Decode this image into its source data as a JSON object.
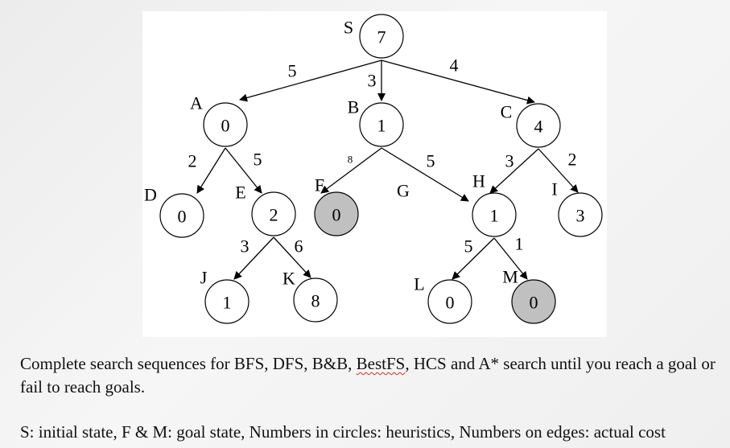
{
  "diagram": {
    "nodes": [
      {
        "id": "S",
        "label": "S",
        "heuristic": "7",
        "goal": false
      },
      {
        "id": "A",
        "label": "A",
        "heuristic": "0",
        "goal": false
      },
      {
        "id": "B",
        "label": "B",
        "heuristic": "1",
        "goal": false
      },
      {
        "id": "C",
        "label": "C",
        "heuristic": "4",
        "goal": false
      },
      {
        "id": "D",
        "label": "D",
        "heuristic": "0",
        "goal": false
      },
      {
        "id": "E",
        "label": "E",
        "heuristic": "2",
        "goal": false
      },
      {
        "id": "F",
        "label": "F",
        "heuristic": "0",
        "goal": true
      },
      {
        "id": "G",
        "label": "G",
        "heuristic": "",
        "goal": false
      },
      {
        "id": "H",
        "label": "H",
        "heuristic": "1",
        "goal": false
      },
      {
        "id": "I",
        "label": "I",
        "heuristic": "3",
        "goal": false
      },
      {
        "id": "J",
        "label": "J",
        "heuristic": "1",
        "goal": false
      },
      {
        "id": "K",
        "label": "K",
        "heuristic": "8",
        "goal": false
      },
      {
        "id": "L",
        "label": "L",
        "heuristic": "0",
        "goal": false
      },
      {
        "id": "M",
        "label": "M",
        "heuristic": "0",
        "goal": true
      }
    ],
    "edges": [
      {
        "from": "S",
        "to": "A",
        "cost": "5"
      },
      {
        "from": "S",
        "to": "B",
        "cost": "3"
      },
      {
        "from": "S",
        "to": "C",
        "cost": "4"
      },
      {
        "from": "A",
        "to": "D",
        "cost": "2"
      },
      {
        "from": "A",
        "to": "E",
        "cost": "5"
      },
      {
        "from": "B",
        "to": "F",
        "cost": "8"
      },
      {
        "from": "B",
        "to": "H",
        "cost": "5"
      },
      {
        "from": "C",
        "to": "H",
        "cost": "3"
      },
      {
        "from": "C",
        "to": "I",
        "cost": "2"
      },
      {
        "from": "E",
        "to": "J",
        "cost": "3"
      },
      {
        "from": "E",
        "to": "K",
        "cost": "6"
      },
      {
        "from": "H",
        "to": "L",
        "cost": "5"
      },
      {
        "from": "H",
        "to": "M",
        "cost": "1"
      }
    ]
  },
  "caption": {
    "line1_a": "Complete search sequences for BFS, DFS, B&B, ",
    "line1_b": "BestFS",
    "line1_c": ", HCS and A* search until you reach a goal or fail to reach goals.",
    "line2": "S: initial state, F & M: goal state, Numbers in circles: heuristics, Numbers on edges: actual cost"
  }
}
